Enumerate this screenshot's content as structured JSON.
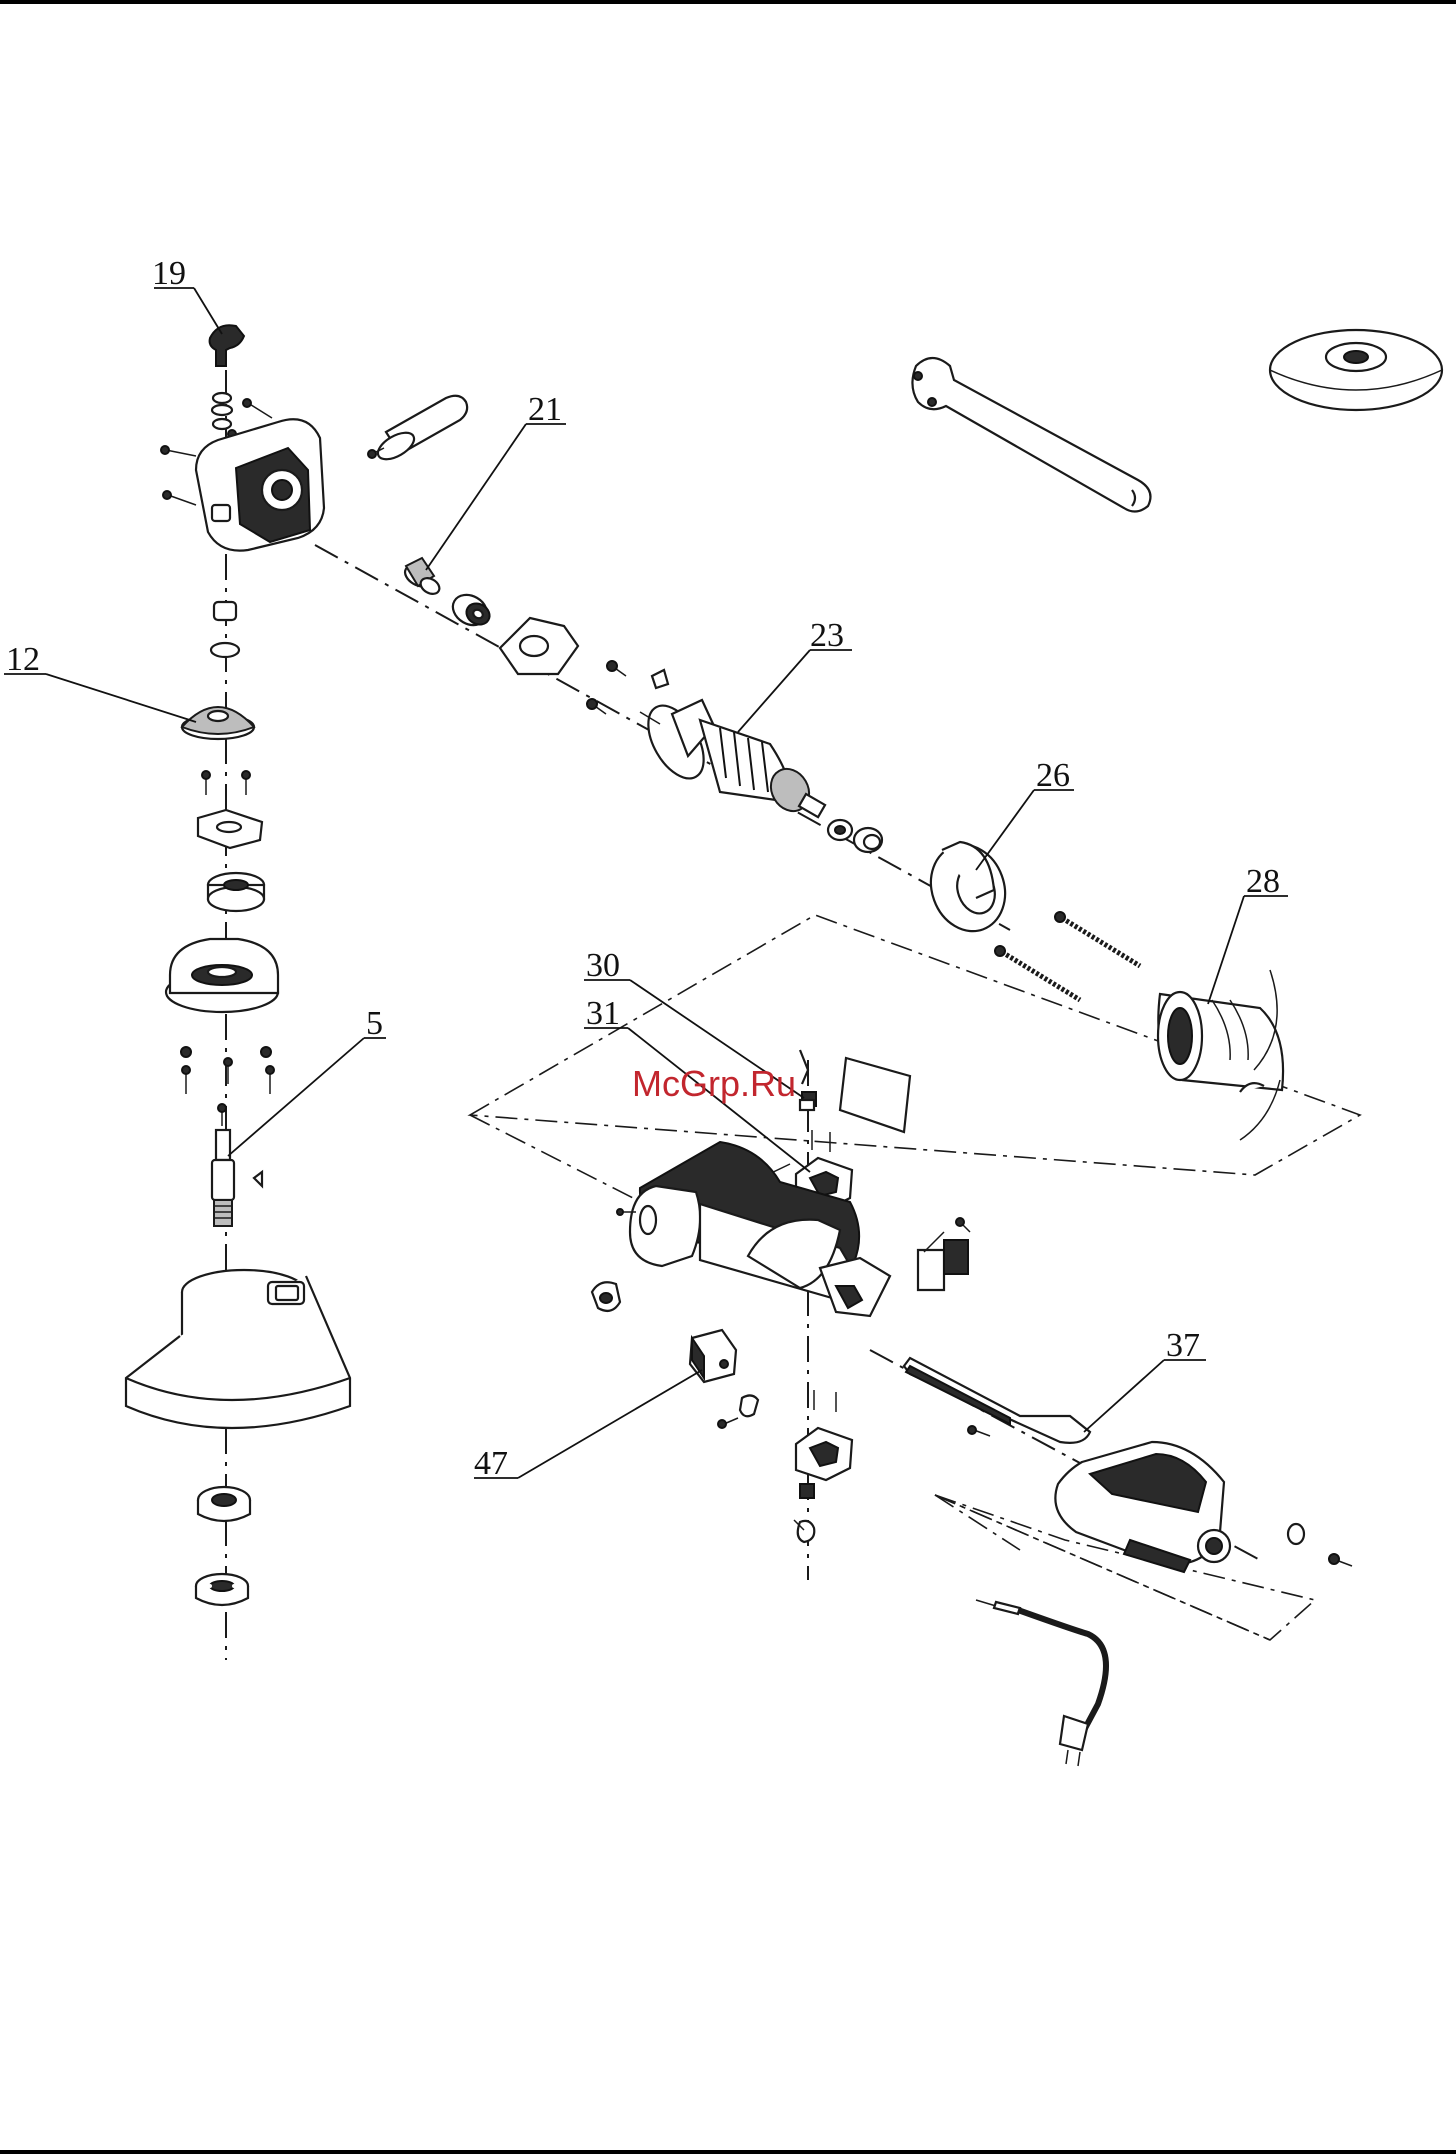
{
  "header": {
    "rule_color": "#000000"
  },
  "watermark": {
    "text": "McGrp.Ru",
    "color": "#c2262e"
  },
  "callouts": [
    {
      "id": "c19",
      "label": "19"
    },
    {
      "id": "c21",
      "label": "21"
    },
    {
      "id": "c12",
      "label": "12"
    },
    {
      "id": "c23",
      "label": "23"
    },
    {
      "id": "c26",
      "label": "26"
    },
    {
      "id": "c28",
      "label": "28"
    },
    {
      "id": "c30",
      "label": "30"
    },
    {
      "id": "c31",
      "label": "31"
    },
    {
      "id": "c5",
      "label": "5"
    },
    {
      "id": "c37",
      "label": "37"
    },
    {
      "id": "c47",
      "label": "47"
    }
  ]
}
